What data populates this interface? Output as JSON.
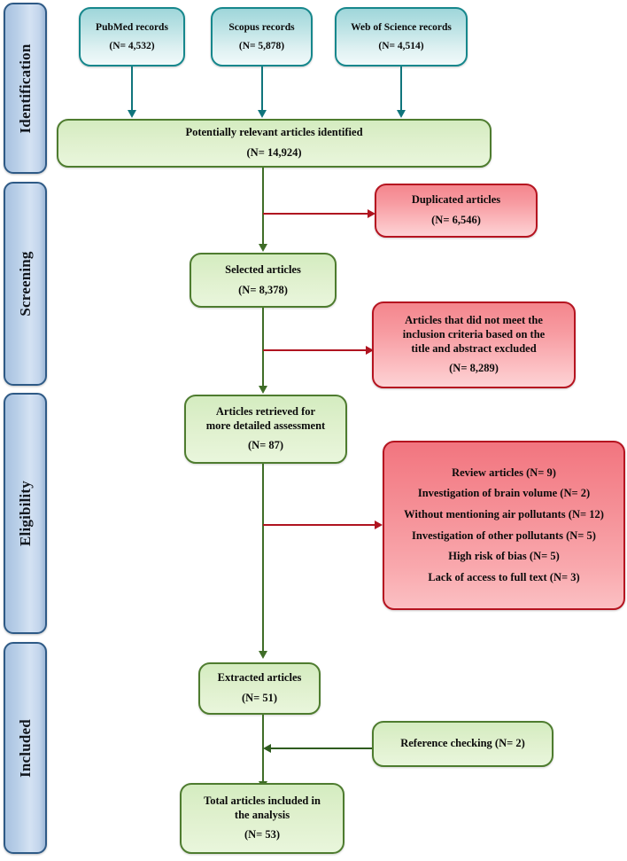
{
  "diagram": {
    "type": "prisma-flow-diagram",
    "stages": [
      {
        "id": "identification",
        "label": "Identification"
      },
      {
        "id": "screening",
        "label": "Screening"
      },
      {
        "id": "eligibility",
        "label": "Eligibility"
      },
      {
        "id": "included",
        "label": "Included"
      }
    ],
    "colors": {
      "stage_fill": "#c3d5ec",
      "stage_border": "#2e5a86",
      "source_fill": "#bfe4e6",
      "source_border": "#16878c",
      "flow_fill": "#dff0cd",
      "flow_border": "#4e7c2f",
      "exclude_fill": "#f79ba1",
      "exclude_border": "#b51420",
      "arrow_teal": "#10757c",
      "arrow_green": "#3f6d27",
      "arrow_red": "#b01420"
    },
    "sources": [
      {
        "id": "pubmed",
        "title": "PubMed records",
        "count": "(N= 4,532)"
      },
      {
        "id": "scopus",
        "title": "Scopus records",
        "count": "(N= 5,878)"
      },
      {
        "id": "wos",
        "title": "Web of Science records",
        "count": "(N= 4,514)"
      }
    ],
    "flow": {
      "identified": {
        "title": "Potentially relevant articles identified",
        "count": "(N= 14,924)"
      },
      "selected": {
        "title": "Selected articles",
        "count": "(N= 8,378)"
      },
      "retrieved": {
        "title_line1": "Articles retrieved for",
        "title_line2": "more detailed assessment",
        "count": "(N= 87)"
      },
      "extracted": {
        "title": "Extracted articles",
        "count": "(N= 51)"
      },
      "total": {
        "title_line1": "Total articles included in",
        "title_line2": "the analysis",
        "count": "(N= 53)"
      }
    },
    "exclusions": {
      "duplicated": {
        "title": "Duplicated articles",
        "count": "(N= 6,546)"
      },
      "criteria": {
        "line1": "Articles that did not meet the",
        "line2": "inclusion criteria based on the",
        "line3": "title and abstract excluded",
        "count": "(N= 8,289)"
      },
      "eligibility_reasons": [
        "Review articles (N= 9)",
        "Investigation of brain volume (N= 2)",
        "Without mentioning air pollutants   (N= 12)",
        "Investigation of other pollutants (N= 5)",
        "High risk of bias (N= 5)",
        "Lack of access to full text (N= 3)"
      ]
    },
    "additions": {
      "reference_checking": {
        "title": "Reference checking (N= 2)"
      }
    }
  }
}
